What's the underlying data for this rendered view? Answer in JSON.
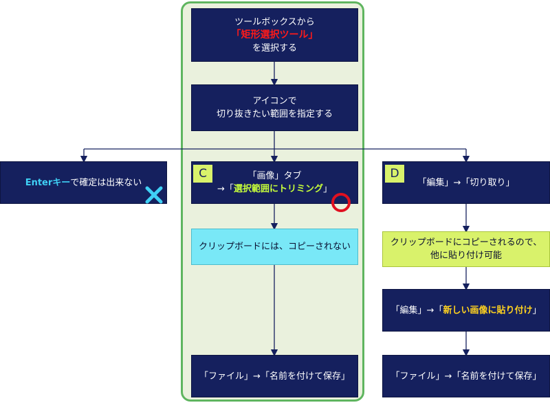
{
  "step1": {
    "line1": "ツールボックスから",
    "highlight": "「矩形選択ツール」",
    "line3": "を選択する"
  },
  "step2": {
    "line1": "アイコンで",
    "line2": "切り抜きたい範囲を指定する"
  },
  "left": {
    "enter": "Enterキー",
    "text": "で確定は出来ない"
  },
  "center": {
    "tag": "C",
    "b1_line1": "「画像」タブ",
    "b1_prefix": "→「",
    "b1_highlight": "選択範囲にトリミング",
    "b1_suffix": "」",
    "b2": "クリップボードには、コピーされない",
    "b3": "「ファイル」→「名前を付けて保存」"
  },
  "right": {
    "tag": "D",
    "b1": "「編集」→「切り取り」",
    "b2_line1": "クリップボードにコピーされるので、",
    "b2_line2": "他に貼り付け可能",
    "b3_prefix": "「編集」→「",
    "b3_highlight": "新しい画像に貼り付け",
    "b3_suffix": "」",
    "b4": "「ファイル」→「名前を付けて保存」"
  },
  "colors": {
    "navy": "#15205e",
    "panel_green": "#5fb55f",
    "highlight_red": "#ff1a1a",
    "highlight_yellow": "#ffd21f",
    "highlight_lime": "#c7ff3a",
    "cyan_box": "#79e8f7",
    "lime_box": "#d9f26b"
  },
  "icons": {
    "cross": "x-mark-icon",
    "circle": "circle-ok-icon"
  }
}
